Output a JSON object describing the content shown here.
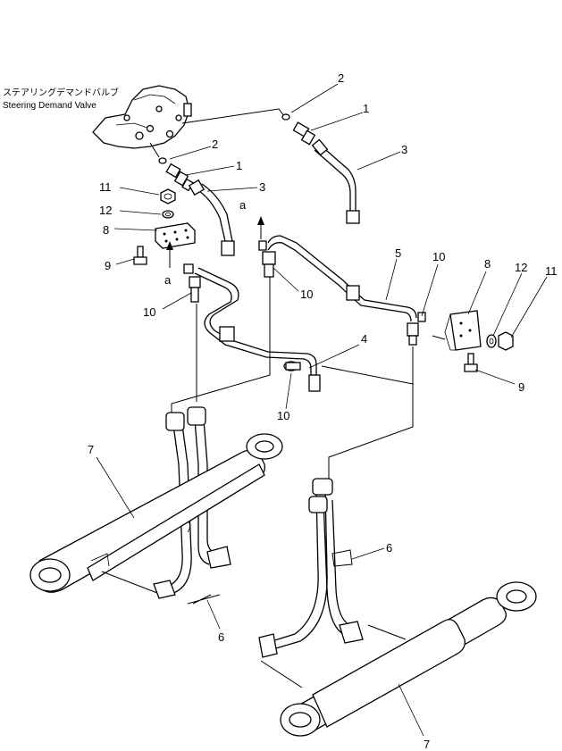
{
  "diagram": {
    "caption_jp": "ステアリングデマンドバルブ",
    "caption_en": "Steering Demand Valve",
    "view_marker": "a",
    "part_labels": [
      {
        "id": "p2a",
        "text": "2"
      },
      {
        "id": "p1a",
        "text": "1"
      },
      {
        "id": "p3a",
        "text": "3"
      },
      {
        "id": "p2b",
        "text": "2"
      },
      {
        "id": "p1b",
        "text": "1"
      },
      {
        "id": "p3b",
        "text": "3"
      },
      {
        "id": "p11a",
        "text": "11"
      },
      {
        "id": "p12a",
        "text": "12"
      },
      {
        "id": "p8a",
        "text": "8"
      },
      {
        "id": "p9a",
        "text": "9"
      },
      {
        "id": "p10a",
        "text": "10"
      },
      {
        "id": "p10b",
        "text": "10"
      },
      {
        "id": "p5",
        "text": "5"
      },
      {
        "id": "p10c",
        "text": "10"
      },
      {
        "id": "p8b",
        "text": "8"
      },
      {
        "id": "p12b",
        "text": "12"
      },
      {
        "id": "p11b",
        "text": "11"
      },
      {
        "id": "p4",
        "text": "4"
      },
      {
        "id": "p9b",
        "text": "9"
      },
      {
        "id": "p10d",
        "text": "10"
      },
      {
        "id": "p7a",
        "text": "7"
      },
      {
        "id": "p6a",
        "text": "6"
      },
      {
        "id": "p6b",
        "text": "6"
      },
      {
        "id": "p7b",
        "text": "7"
      }
    ]
  }
}
